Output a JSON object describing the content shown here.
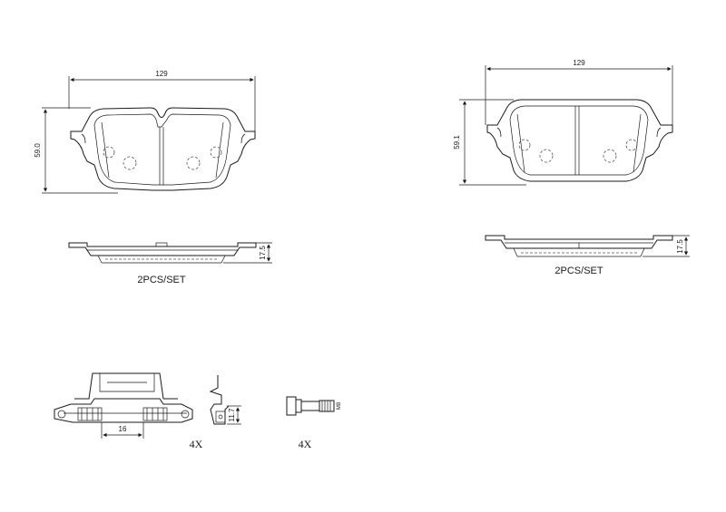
{
  "left_pad": {
    "width_dim": "129",
    "height_dim": "59.0",
    "thickness_dim": "17.5",
    "set_label": "2PCS/SET"
  },
  "right_pad": {
    "width_dim": "129",
    "height_dim": "59.1",
    "thickness_dim": "17.5",
    "set_label": "2PCS/SET"
  },
  "accessories": {
    "bracket_width_dim": "16",
    "clip_height_dim": "11.7",
    "clip_qty": "4X",
    "bolt_qty": "4X",
    "bolt_thread_dim": "M8"
  }
}
